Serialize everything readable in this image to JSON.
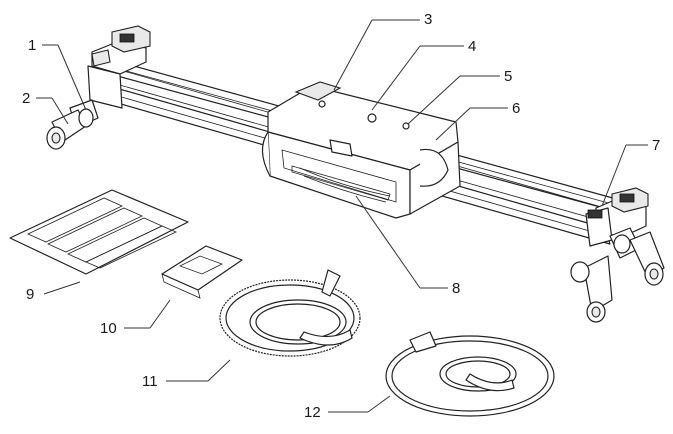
{
  "callouts": [
    {
      "id": 1,
      "label": "1"
    },
    {
      "id": 2,
      "label": "2"
    },
    {
      "id": 3,
      "label": "3"
    },
    {
      "id": 4,
      "label": "4"
    },
    {
      "id": 5,
      "label": "5"
    },
    {
      "id": 6,
      "label": "6"
    },
    {
      "id": 7,
      "label": "7"
    },
    {
      "id": 8,
      "label": "8"
    },
    {
      "id": 9,
      "label": "9"
    },
    {
      "id": 10,
      "label": "10"
    },
    {
      "id": 11,
      "label": "11"
    },
    {
      "id": 12,
      "label": "12"
    }
  ]
}
